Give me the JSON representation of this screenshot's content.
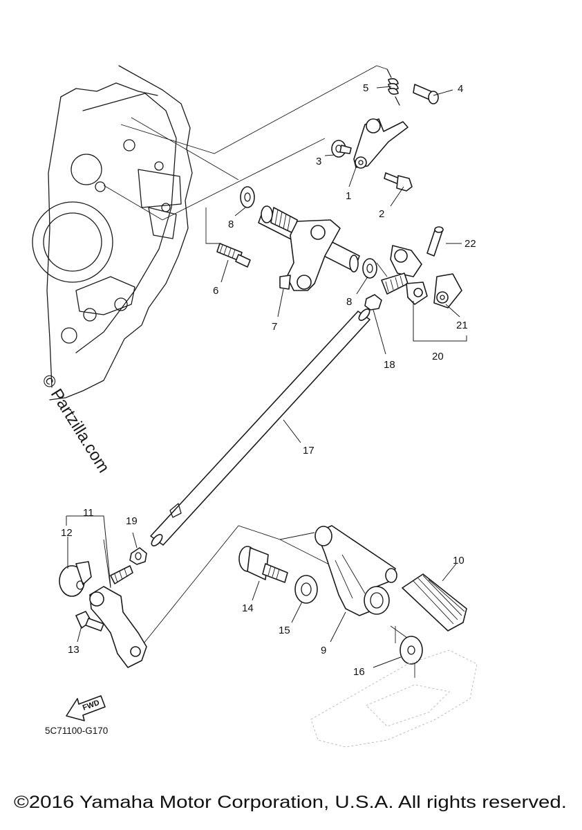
{
  "diagram": {
    "callouts": {
      "c1": "1",
      "c2": "2",
      "c3": "3",
      "c4": "4",
      "c5": "5",
      "c6": "6",
      "c7": "7",
      "c8a": "8",
      "c8b": "8",
      "c9": "9",
      "c10": "10",
      "c11": "11",
      "c12": "12",
      "c13": "13",
      "c14": "14",
      "c15": "15",
      "c16": "16",
      "c17": "17",
      "c18": "18",
      "c19": "19",
      "c20": "20",
      "c21": "21",
      "c22": "22"
    },
    "fwd_label": "FWD",
    "part_code": "5C71100-G170",
    "watermark": "© Partzilla.com",
    "copyright": "©2016 Yamaha Motor Corporation, U.S.A. All rights reserved."
  }
}
